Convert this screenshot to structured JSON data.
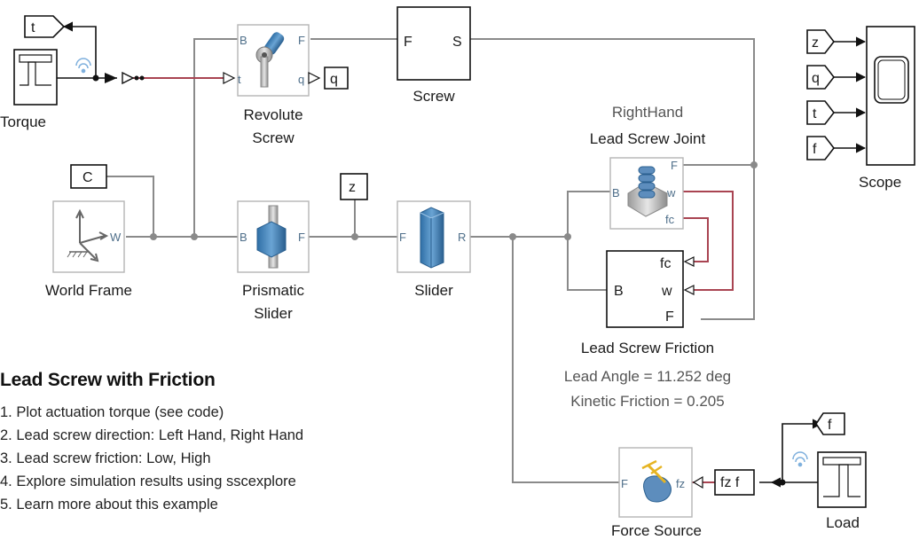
{
  "blocks": {
    "torque": "Torque",
    "revolute_screw": [
      "Revolute",
      "Screw"
    ],
    "screw": "Screw",
    "screw_ports": {
      "in": "F",
      "out": "S"
    },
    "world_frame": "World Frame",
    "prismatic_slider": [
      "Prismatic",
      "Slider"
    ],
    "slider": "Slider",
    "right_hand": "RightHand",
    "lead_screw_joint": "Lead Screw Joint",
    "lead_screw_friction": "Lead Screw Friction",
    "friction_ports": {
      "fc": "fc",
      "w": "w",
      "f": "F",
      "b": "B"
    },
    "lead_angle": "Lead Angle = 11.252 deg",
    "kinetic_friction": "Kinetic Friction = 0.205",
    "scope": "Scope",
    "force_source": "Force Source",
    "load": "Load"
  },
  "tags": {
    "t": "t",
    "q": "q",
    "c": "C",
    "z": "z",
    "f": "f",
    "fzf": "fz f",
    "scope_z": "z",
    "scope_q": "q",
    "scope_t": "t",
    "scope_f": "f"
  },
  "annotation": {
    "title": "Lead Screw with Friction",
    "items": [
      "1. Plot actuation torque (see code)",
      "2. Lead screw direction: Left Hand, Right Hand",
      "3. Lead screw friction: Low, High",
      "4. Explore simulation results using sscexplore",
      "5. Learn more about this example"
    ]
  },
  "colors": {
    "conn": "#8a8a8a",
    "signal": "#a94452",
    "block_border": "#b5b5b5",
    "port_text": "#4f6f8a"
  }
}
